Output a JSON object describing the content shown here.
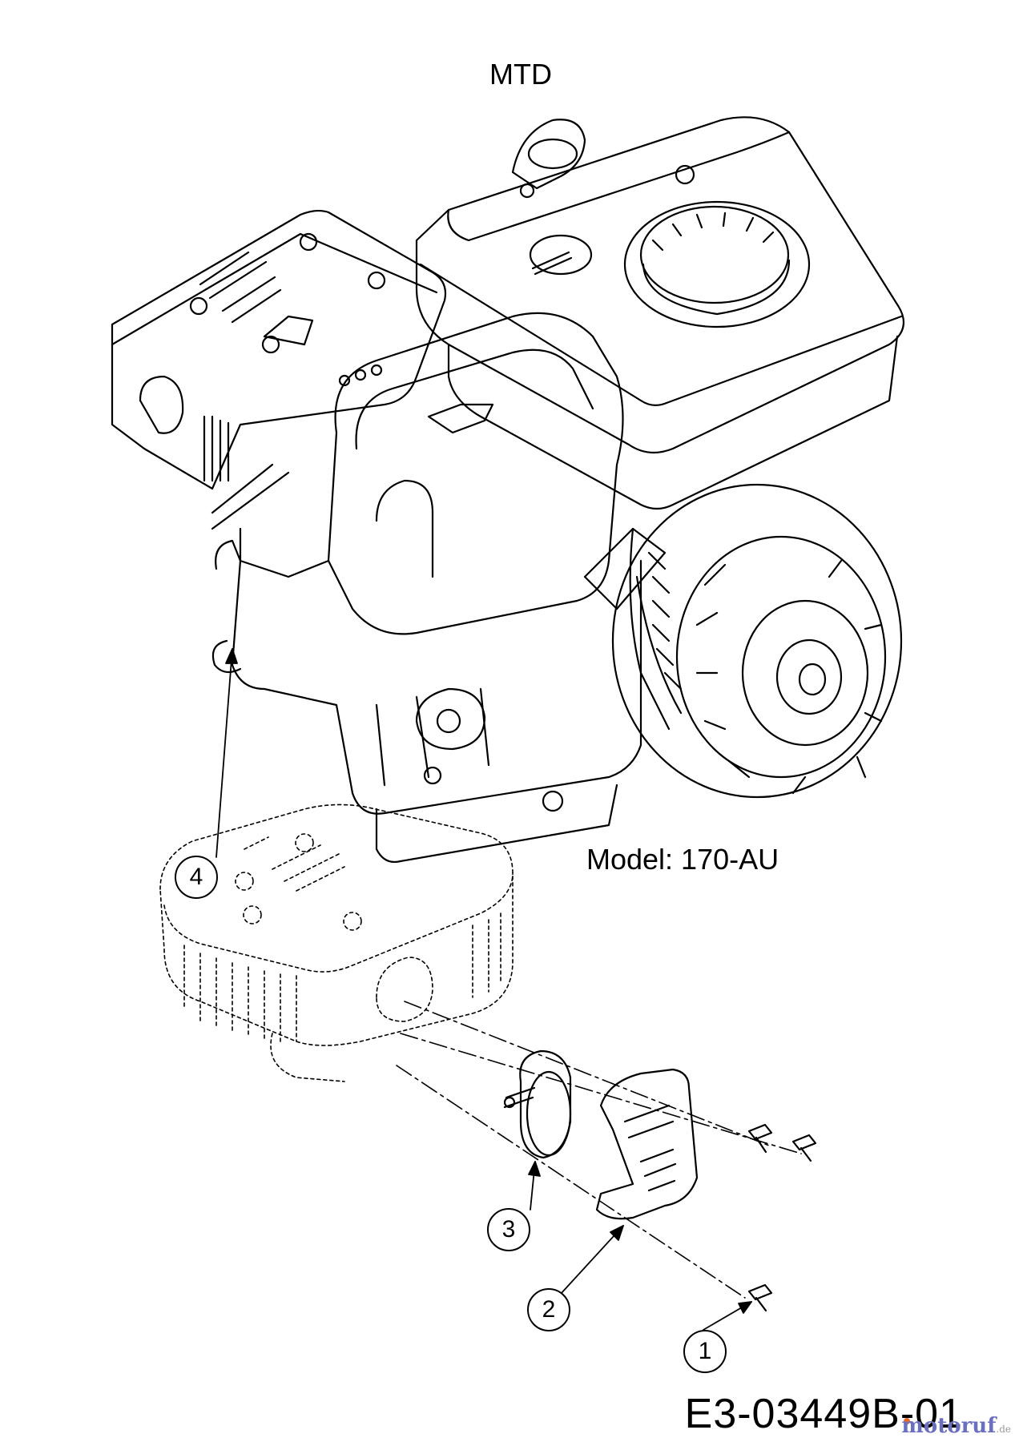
{
  "header": {
    "brand": "MTD"
  },
  "model_label": "Model: 170-AU",
  "drawing_code": "E3-03449B-01",
  "watermark": {
    "text": "motoruf",
    "suffix": ".de",
    "color": "#6a6fbf"
  },
  "callouts": [
    {
      "label": "1"
    },
    {
      "label": "2"
    },
    {
      "label": "3"
    },
    {
      "label": "4"
    }
  ]
}
